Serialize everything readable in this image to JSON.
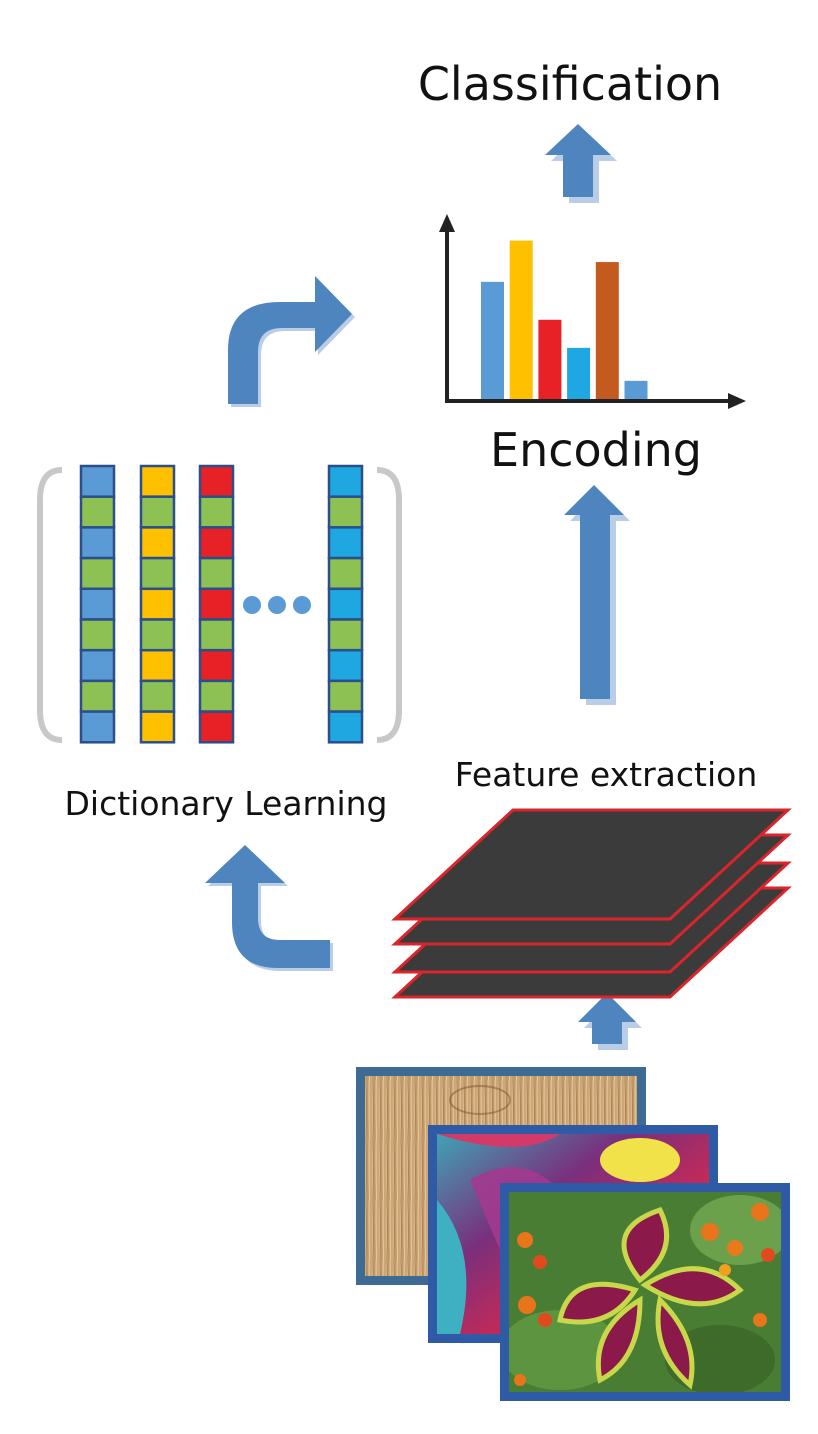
{
  "labels": {
    "classification": "Classification",
    "encoding": "Encoding",
    "feature_extraction": "Feature extraction",
    "dictionary_learning": "Dictionary Learning"
  },
  "colors": {
    "arrow": "#4f85bf",
    "arrow_shadow": "#b9cde6",
    "dictionary_green": "#8dc153",
    "dictionary_blue": "#5b9bd5",
    "dictionary_yellow": "#ffc000",
    "dictionary_red": "#e82127",
    "dictionary_cyan": "#1ea7e1",
    "feature_map_fill": "#3b3b3b",
    "feature_map_border": "#d9252b",
    "image_frame_1": "#3d6b93",
    "image_frame_2": "#2f5aa5",
    "image_frame_3": "#2f5aa5"
  },
  "chart_data": {
    "type": "bar",
    "values": [
      0.71,
      0.96,
      0.48,
      0.31,
      0.83,
      0.11
    ],
    "colors": [
      "#5b9bd5",
      "#ffc000",
      "#e82127",
      "#1ea7e1",
      "#c55a1f",
      "#5b9bd5"
    ],
    "ylim": [
      0,
      1
    ]
  },
  "dictionary": {
    "atoms": [
      {
        "color": "#5b9bd5"
      },
      {
        "color": "#ffc000"
      },
      {
        "color": "#e82127"
      },
      {
        "color": "#1ea7e1"
      }
    ],
    "cells_per_atom": 9,
    "ellipsis_icon": "ellipsis-dots-icon"
  },
  "images": [
    {
      "name": "wood-texture-image",
      "icon": "wood-grain-texture"
    },
    {
      "name": "fabric-texture-image",
      "icon": "colorful-fabric-texture"
    },
    {
      "name": "flower-plant-image",
      "icon": "coleus-marigold-plants"
    }
  ]
}
